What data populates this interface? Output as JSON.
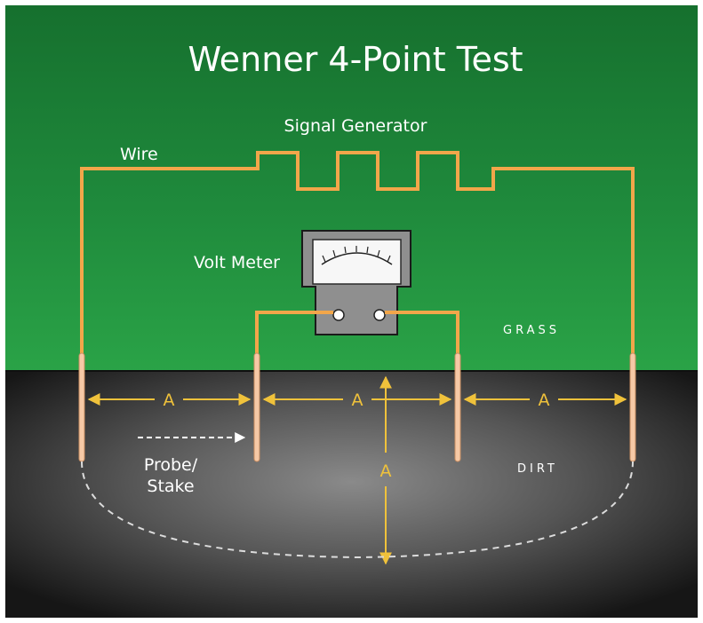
{
  "title": "Wenner 4-Point Test",
  "labels": {
    "signal_generator": "Signal Generator",
    "wire": "Wire",
    "volt_meter": "Volt Meter",
    "grass": "GRASS",
    "dirt": "DIRT",
    "probe_line1": "Probe/",
    "probe_line2": "Stake",
    "spacing": "A"
  },
  "colors": {
    "grass": "#1f8a3c",
    "dirt": "#3a3a3a",
    "wire": "#f2a64a",
    "dimension": "#f0c23b",
    "stake": "#f6c9a6"
  }
}
